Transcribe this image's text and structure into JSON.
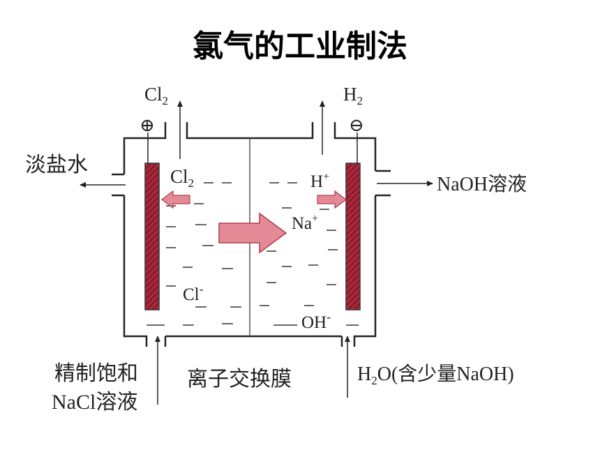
{
  "title": "氯气的工业制法",
  "labels": {
    "cl2_top": "Cl",
    "cl2_top_sub": "2",
    "h2_top": "H",
    "h2_top_sub": "2",
    "anode_sign": "⊕",
    "cathode_sign": "⊖",
    "outlet_left": "淡盐水",
    "outlet_right": "NaOH溶液",
    "cl2_inner": "Cl",
    "cl2_inner_sub": "2",
    "h_plus": "H",
    "h_plus_sup": "+",
    "na_plus": "Na",
    "na_plus_sup": "+",
    "cl_minus": "Cl",
    "cl_minus_sup": "-",
    "oh_minus": "OH",
    "oh_minus_sup": "-",
    "inlet_left_line1": "精制饱和",
    "inlet_left_line2": "NaCl溶液",
    "membrane": "离子交换膜",
    "inlet_right_pre": "H",
    "inlet_right_sub": "2",
    "inlet_right_post": "O(含少量NaOH)"
  },
  "colors": {
    "electrode": "#a8273a",
    "arrow_fill": "#e48a96",
    "arrow_stroke": "#b03a4c",
    "line": "#222222"
  }
}
